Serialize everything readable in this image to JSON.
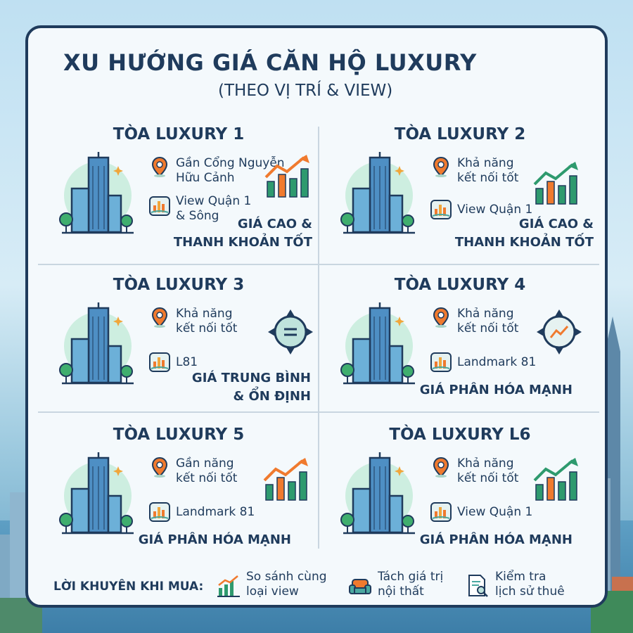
{
  "title": "XU HƯỚNG GIÁ CĂN HỘ LUXURY",
  "subtitle": "(THEO VỊ TRÍ & VIEW)",
  "colors": {
    "navy": "#1f3b5c",
    "orange": "#f07a2e",
    "green": "#2e9a6e",
    "teal": "#4aa8a0"
  },
  "cells": [
    {
      "name": "TÒA LUXURY 1",
      "location_line1": "Gần Cổng Nguyễn",
      "location_line2": "Hữu Cảnh",
      "view_line1": "View Quận 1",
      "view_line2": "& Sông",
      "verdict_line1": "GIÁ CAO &",
      "verdict_line2": "THANH KHOẢN TỐT",
      "trend_icon": "orange-up-trend-icon"
    },
    {
      "name": "TÒA LUXURY 2",
      "location_line1": "Khả năng",
      "location_line2": "kết nối tốt",
      "view_line1": "View Quận 1",
      "view_line2": "",
      "verdict_line1": "GIÁ CAO &",
      "verdict_line2": "THANH KHOẢN TỐT",
      "trend_icon": "green-up-trend-icon"
    },
    {
      "name": "TÒA LUXURY 3",
      "location_line1": "Khả năng",
      "location_line2": "kết nối tốt",
      "view_line1": "L81",
      "view_line2": "",
      "verdict_line1": "GIÁ TRUNG BÌNH",
      "verdict_line2": "& ỔN ĐỊNH",
      "trend_icon": "equal-compass-icon"
    },
    {
      "name": "TÒA LUXURY 4",
      "location_line1": "Khả năng",
      "location_line2": "kết nối tốt",
      "view_line1": "Landmark 81",
      "view_line2": "",
      "verdict_line1": "GIÁ PHÂN HÓA MẠNH",
      "verdict_line2": "",
      "trend_icon": "trend-compass-icon"
    },
    {
      "name": "TÒA LUXURY 5",
      "location_line1": "Gần năng",
      "location_line2": "kết nối tốt",
      "view_line1": "Landmark 81",
      "view_line2": "",
      "verdict_line1": "GIÁ PHÂN HÓA MẠNH",
      "verdict_line2": "",
      "trend_icon": "orange-up-trend-icon"
    },
    {
      "name": "TÒA LUXURY L6",
      "location_line1": "Khả năng",
      "location_line2": "kết nối tốt",
      "view_line1": "View Quận 1",
      "view_line2": "",
      "verdict_line1": "GIÁ PHÂN HÓA MẠNH",
      "verdict_line2": "",
      "trend_icon": "green-up-trend-icon"
    }
  ],
  "advice": {
    "label": "LỜI KHUYÊN KHI MUA:",
    "tips": [
      {
        "line1": "So sánh cùng",
        "line2": "loại view",
        "icon": "chart-icon"
      },
      {
        "line1": "Tách giá trị",
        "line2": "nội thất",
        "icon": "sofa-icon"
      },
      {
        "line1": "Kiểm tra",
        "line2": "lịch sử thuê",
        "icon": "document-search-icon"
      }
    ]
  }
}
